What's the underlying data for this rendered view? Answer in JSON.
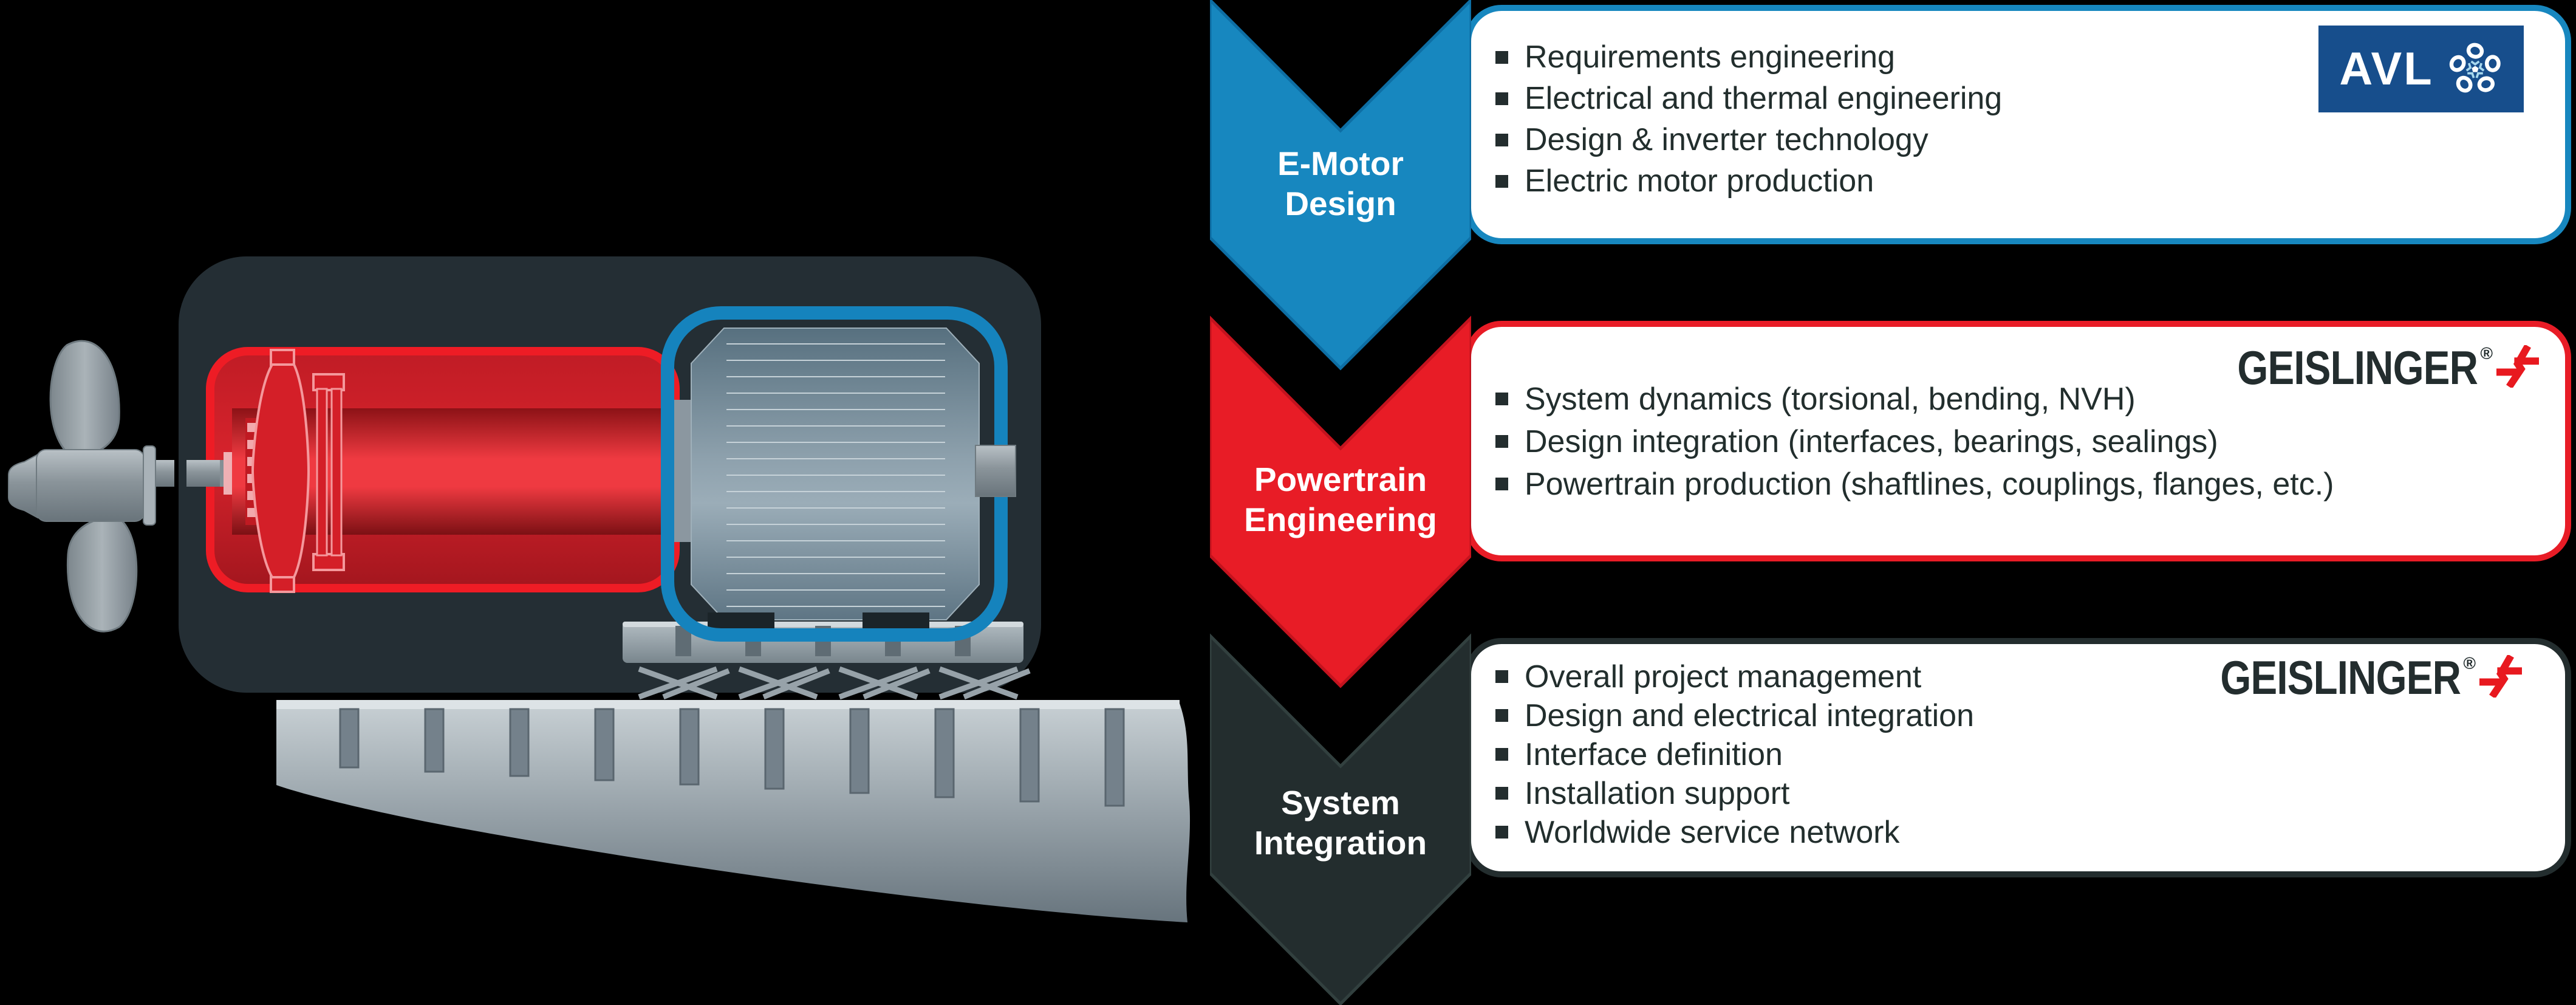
{
  "background": "#000000",
  "steps": [
    {
      "label_line1": "E-Motor",
      "label_line2": "Design",
      "color": "#1787bf",
      "items": [
        "Requirements engineering",
        "Electrical and thermal engineering",
        "Design & inverter technology",
        "Electric motor production"
      ],
      "logo": "AVL"
    },
    {
      "label_line1": "Powertrain",
      "label_line2": "Engineering",
      "color": "#e81c26",
      "items": [
        "System dynamics (torsional, bending, NVH)",
        "Design integration (interfaces, bearings, sealings)",
        "Powertrain production (shaftlines, couplings, flanges, etc.)"
      ],
      "logo": "GEISLINGER"
    },
    {
      "label_line1": "System",
      "label_line2": "Integration",
      "color": "#232d2e",
      "items": [
        "Overall project management",
        "Design and electrical integration",
        "Interface definition",
        "Installation support",
        "Worldwide service network"
      ],
      "logo": "GEISLINGER"
    }
  ],
  "logos": {
    "avl": {
      "text": "AVL",
      "bg": "#174e8c"
    },
    "geislinger": {
      "text": "GEISLINGER",
      "reg": "®",
      "icon_color": "#e8191f",
      "text_color": "#232d2e"
    }
  },
  "colors": {
    "chevron_blue": "#1787bf",
    "chevron_red": "#e81c26",
    "chevron_dark": "#232d2e",
    "bullet_text": "#222e2d",
    "housing_dark": "#242e34",
    "machine_red": "#d41f28",
    "machine_grey": "#8b97a0"
  }
}
